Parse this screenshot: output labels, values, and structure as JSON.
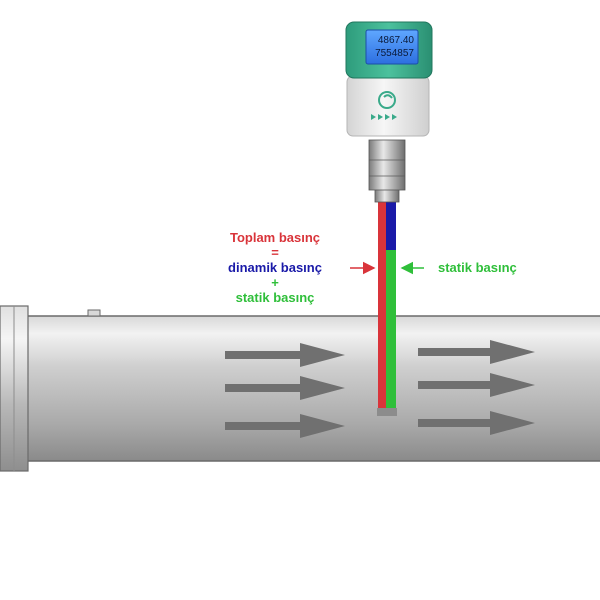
{
  "labels": {
    "total_pressure": "Toplam basınç",
    "equals": "=",
    "dynamic_pressure": "dinamik basınç",
    "plus": "+",
    "static_pressure_left": "statik basınç",
    "static_pressure_right": "statik basınç"
  },
  "display": {
    "line1": "4867.40",
    "line2": "7554857"
  },
  "colors": {
    "total": "#d9343a",
    "dynamic": "#1a1aa8",
    "static": "#2fbf3a",
    "housing": "#3aaa8a",
    "flow_arrow": "#707070",
    "pipe": "#9c9c9c"
  },
  "icons": {
    "logo": "cs-logo-icon",
    "keys": "arrow-keys-icon"
  }
}
